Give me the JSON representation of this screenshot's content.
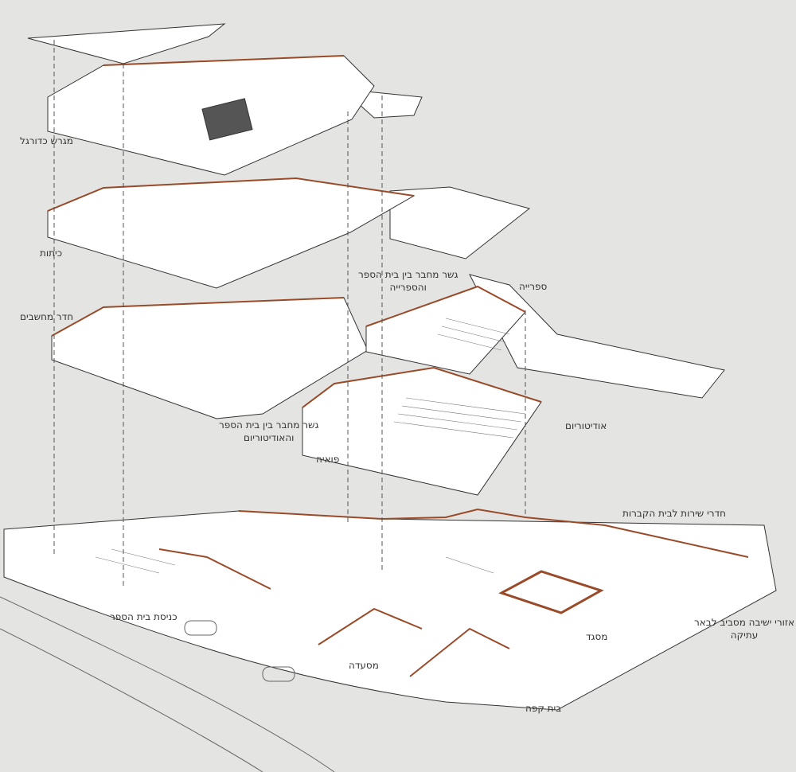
{
  "colors": {
    "background": "#e4e4e3",
    "walls": "#ffffff",
    "cut_walls": "#9a4a28",
    "lines": "#333333"
  },
  "labels": {
    "football_field": "מגרש כדורגל",
    "classrooms": "כיתות",
    "computer_room": "חדר מחשבים",
    "bridge_library_line1": "גשר מחבר בין בית הספר",
    "bridge_library_line2": "והספרייה",
    "library": "ספרייה",
    "auditorium": "אודיטוריום",
    "bridge_auditorium_line1": "גשר מחבר בין בית הספר",
    "bridge_auditorium_line2": "והאודיטוריום",
    "foyer": "פואיה",
    "cemetery_service_rooms": "חדרי שירות לבית הקברות",
    "school_entrance": "כניסת בית הספר",
    "restaurant": "מסעדה",
    "mosque": "מסגד",
    "seating_line1": "אזורי ישיבה מסביב לבאר",
    "seating_line2": "עתיקה",
    "cafe": "בית קפה"
  }
}
